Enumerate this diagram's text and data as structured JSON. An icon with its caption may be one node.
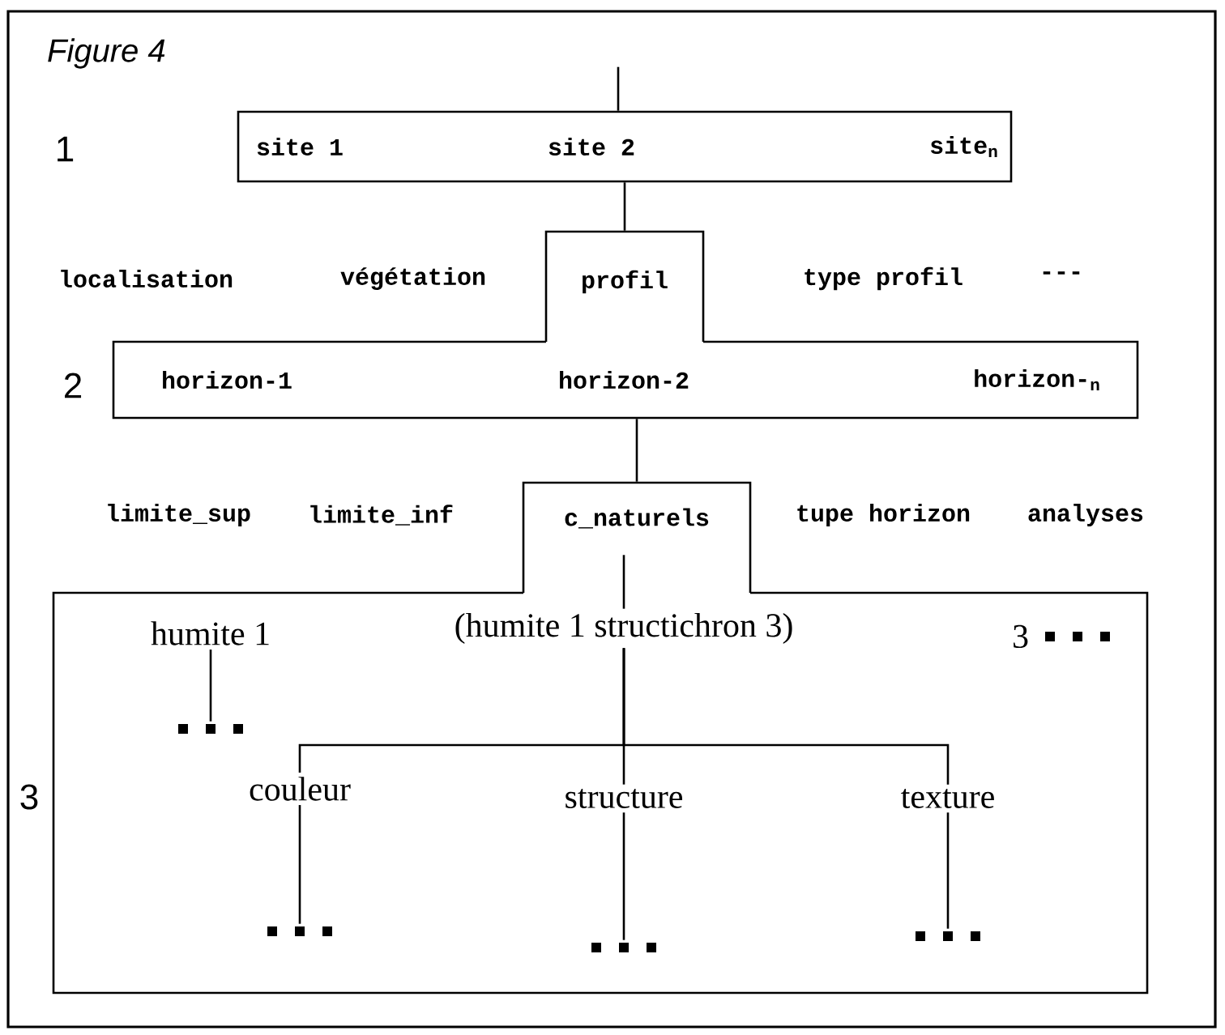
{
  "diagram": {
    "title": "Figure 4",
    "nodes": [
      {
        "text": [
          "site 1",
          "site 2",
          "site$_{n}$"
        ]
      },
      {
        "text": [
          "profil"
        ]
      },
      {
        "text": [
          "horizon-1",
          "horizon-2",
          "horizon-$_{n}$"
        ]
      },
      {
        "text": [
          "c_naturels"
        ]
      },
      {
        "text": [],
        "shape": "box"
      },
      {
        "text": [
          "humite 1"
        ],
        "in": 4
      },
      {
        "text": [
          "(humite 1 structichron 3)"
        ],
        "in": 4
      },
      {
        "text": [],
        "shape": "dots",
        "beside": [
          "3"
        ],
        "in": 4
      },
      {
        "text": [],
        "shape": "dots",
        "in": 4
      },
      {
        "text": [
          "couleur"
        ],
        "in": 4
      },
      {
        "text": [
          "structure"
        ],
        "in": 4
      },
      {
        "text": [
          "texture"
        ],
        "in": 4
      },
      {
        "text": [],
        "shape": "dots",
        "in": 4
      },
      {
        "text": [],
        "shape": "dots",
        "in": 4
      },
      {
        "text": [],
        "shape": "dots",
        "in": 4
      }
    ],
    "edges": [
      {
        "from": null,
        "to": 0,
        "arrow": "none"
      },
      {
        "from": 0,
        "to": 1,
        "arrow": "none"
      },
      {
        "from": 2,
        "to": 3,
        "arrow": "none"
      },
      {
        "from": 3,
        "to": 6,
        "arrow": "none"
      },
      {
        "from": 5,
        "to": 8,
        "arrow": "none"
      },
      {
        "from": 6,
        "to": 9,
        "arrow": "none"
      },
      {
        "from": 6,
        "to": 10,
        "arrow": "none"
      },
      {
        "from": 6,
        "to": 11,
        "arrow": "none"
      },
      {
        "from": 9,
        "to": 12,
        "arrow": "none"
      },
      {
        "from": 10,
        "to": 13,
        "arrow": "none"
      },
      {
        "from": 11,
        "to": 14,
        "arrow": "none"
      }
    ],
    "labels": [
      "1",
      "localisation",
      "végétation",
      "type profil",
      "---",
      "2",
      "limite_sup",
      "limite_inf",
      "tupe horizon",
      "analyses",
      "3"
    ]
  }
}
